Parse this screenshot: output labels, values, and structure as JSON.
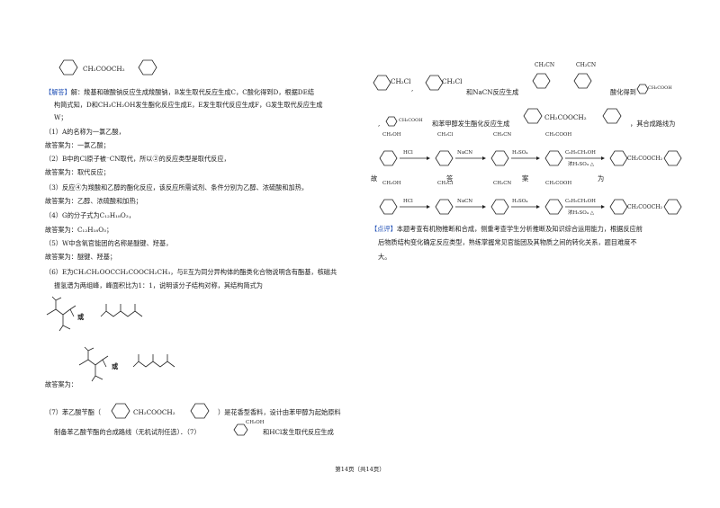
{
  "left": {
    "top_formula": "CH₂COOCH₂",
    "analysis_tag": "【解答】",
    "analysis_text": "解：羧基和碳酸钠反应生成羧酸钠，B发生取代反应生成C，C酸化得到D，根据DE结",
    "analysis_l2": "构简式知，D和CH₃CH₂OH发生酯化反应生成E，E发生取代反应生成F，G发生取代反应生成",
    "analysis_l3": "W；",
    "q1": "（1）A的名称为一氯乙酸，",
    "a1": "故答案为：一氯乙酸；",
    "q2": "（2）B中的Cl原子被⁻CN取代，所以②的反应类型是取代反应，",
    "a2": "故答案为：取代反应；",
    "q3": "（3）反应④为羧酸和乙醇的酯化反应，该反应所需试剂、条件分别为乙醇、浓硫酸和加热，",
    "a3": "故答案为：乙醇、浓硫酸和加热；",
    "q4": "（4）G的分子式为C₁₂H₁₈O₃，",
    "a4": "故答案为：C₁₂H₁₈O₃；",
    "q5": "（5）W中含氧官能团的名称是醚键、羟基，",
    "a5": "故答案为：醚键、羟基；",
    "q6": "（6）E为CH₃CH₂OOCCH₂COOCH₂CH₃，与E互为同分异构体的酯类化合物说明含有酯基，核磁共",
    "q6_l2": "振氢谱为两组峰，峰面积比为1：1，说明该分子结构对称，其结构简式为",
    "or_word": "或",
    "a6": "故答案为：",
    "q7": "（7）苯乙酸苄酯（",
    "q7_formula": "CH₂COOCH₂",
    "q7_mid": "）是花香型香料，设计由苯甲醇为起始原料",
    "q7_l2": "制备苯乙酸苄酯的合成路线（无机试剂任选）．（7）",
    "q7_l2_end": "和HCl发生取代反应生成",
    "small_oh": "CH₂OH"
  },
  "right": {
    "ch2cl": "CH₂Cl",
    "nacn_text": "和NaCN反应生成",
    "ch2cn": "CH₂CN",
    "acidify_text": "酸化得到",
    "small_cooh": "CH₂COOH",
    "ester_text": "和苯甲醇发生酯化反应生成",
    "ester_formula": "CH₂COOCH₂",
    "route_text": "，其合成路线为",
    "answer_spaced": [
      "故",
      "答",
      "案",
      "为"
    ],
    "scheme": {
      "ch2oh": "CH₂OH",
      "hcl": "HCl",
      "ch2cl": "CH₂Cl",
      "nacn": "NaCN",
      "ch2cn": "CH₂CN",
      "h2so4": "H₂SO₄",
      "ch2cooh": "CH₂COOH",
      "reagent1": "C₆H₅CH₂OH",
      "reagent2": "浓H₂SO₄ △",
      "product": "CH₂COOCH₂"
    },
    "comment_tag": "【点评】",
    "comment_l1": "本题考查有机物推断和合成，侧重考查学生分析推断及知识综合运用能力，根据反应前",
    "comment_l2": "后物质结构变化确定反应类型，熟练掌握常见官能团及其物质之间的转化关系，题目难度不",
    "comment_l3": "大。"
  },
  "footer": {
    "page": "第14页（共14页）"
  }
}
